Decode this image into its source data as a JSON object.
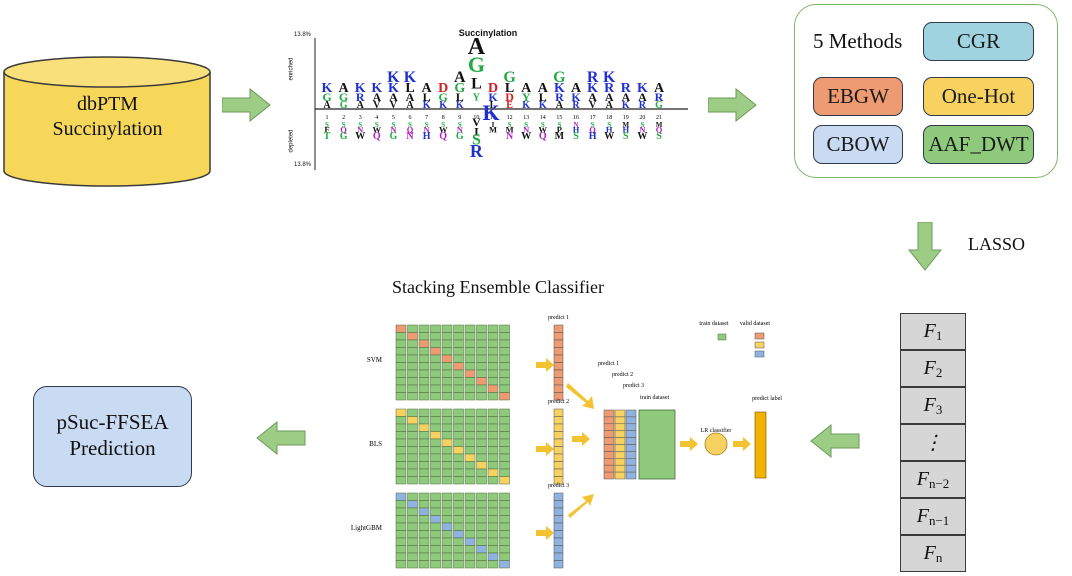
{
  "dbptm": {
    "line1": "dbPTM",
    "line2": "Succinylation",
    "fill": "#f7d75a"
  },
  "logo": {
    "title": "Succinylation",
    "y_top_label": "13.8%",
    "y_bottom_label": "13.8%",
    "enriched_label": "enriched",
    "depleted_label": "depleted",
    "positions": [
      "1",
      "2",
      "3",
      "4",
      "5",
      "6",
      "7",
      "8",
      "9",
      "10",
      "11",
      "12",
      "13",
      "14",
      "15",
      "16",
      "17",
      "18",
      "19",
      "20",
      "21"
    ],
    "center_letter": "K"
  },
  "methods": {
    "title": "5 Methods",
    "items": [
      {
        "label": "CGR",
        "fill": "#9fd3e0"
      },
      {
        "label": "EBGW",
        "fill": "#ee9a72"
      },
      {
        "label": "One-Hot",
        "fill": "#f7d260"
      },
      {
        "label": "CBOW",
        "fill": "#c9dbf2"
      },
      {
        "label": "AAF_DWT",
        "fill": "#8fc97c"
      }
    ]
  },
  "lasso": "LASSO",
  "features": [
    {
      "base": "F",
      "sub": "1"
    },
    {
      "base": "F",
      "sub": "2"
    },
    {
      "base": "F",
      "sub": "3"
    },
    {
      "base": "⋮",
      "sub": ""
    },
    {
      "base": "F",
      "sub": "n−2"
    },
    {
      "base": "F",
      "sub": "n−1"
    },
    {
      "base": "F",
      "sub": "n"
    }
  ],
  "ensemble": {
    "title": "Stacking Ensemble Classifier",
    "models": [
      "SVM",
      "BLS",
      "LightGBM"
    ],
    "predict_labels": [
      "predict 1",
      "predict 2",
      "predict 3"
    ],
    "stack_labels": [
      "predict 1",
      "predict 2",
      "predict 3",
      "train dataset"
    ],
    "legend_train": "train dataset",
    "legend_valid": "valid dataset",
    "lr_label": "LR classifier",
    "predict_label": "predict label",
    "colors": {
      "green": "#8fc97c",
      "orange": "#ee9a72",
      "yellow": "#f7d260",
      "blue": "#8fb2de"
    }
  },
  "result": {
    "line1": "pSuc-FFSEA",
    "line2": "Prediction",
    "fill": "#c9dbf2"
  },
  "arrow_color": "#9dcd84"
}
